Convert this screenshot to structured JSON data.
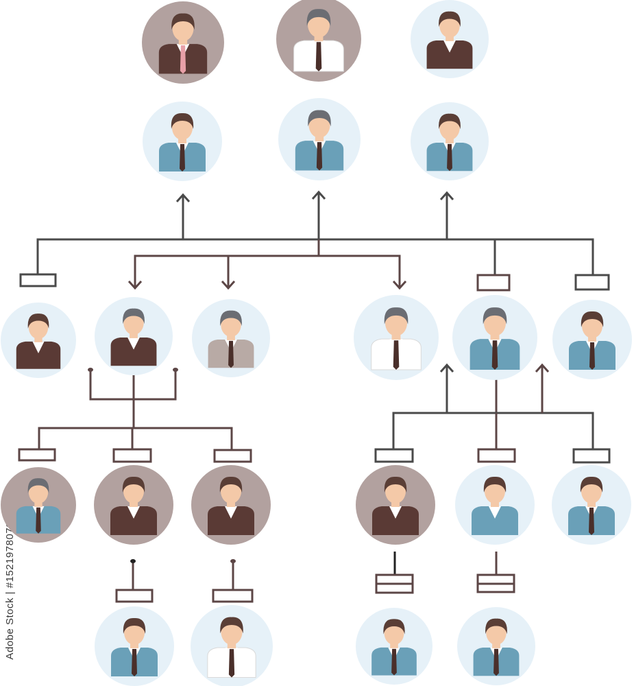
{
  "stock_id": "Adobe Stock | #1521978079",
  "colors": {
    "circle_light": "#e6f1f8",
    "circle_taupe": "#b2a19f",
    "line_gray": "#4a4a4a",
    "line_brown": "#5c4646",
    "hair": "#5a3e36",
    "hair_gray": "#6b6d73",
    "skin": "#f4c9a8",
    "suit_brown": "#5a3a35",
    "suit_blue": "#6aa0b8",
    "suit_taupe": "#b8aaa5",
    "shirt_white": "#ffffff",
    "tie_brown": "#4a2f2a",
    "tie_pink": "#e8a0a8"
  },
  "nodes": [
    {
      "id": "p1",
      "bg": "taupe",
      "hair": "brown",
      "suit": "brown",
      "tie": "pink"
    },
    {
      "id": "p2",
      "bg": "taupe",
      "hair": "gray",
      "suit": "white",
      "tie": "brown"
    },
    {
      "id": "p3",
      "bg": "light",
      "hair": "brown",
      "suit": "brown",
      "tie": "none"
    },
    {
      "id": "p4",
      "bg": "light",
      "hair": "brown",
      "suit": "blue",
      "tie": "brown"
    },
    {
      "id": "p5",
      "bg": "light",
      "hair": "gray",
      "suit": "blue",
      "tie": "brown"
    },
    {
      "id": "p6",
      "bg": "light",
      "hair": "brown",
      "suit": "blue",
      "tie": "brown"
    },
    {
      "id": "p7",
      "bg": "light",
      "hair": "brown",
      "suit": "brown",
      "tie": "none"
    },
    {
      "id": "p8",
      "bg": "light",
      "hair": "gray",
      "suit": "brown",
      "tie": "none"
    },
    {
      "id": "p9",
      "bg": "light",
      "hair": "gray",
      "suit": "taupe",
      "tie": "brown"
    },
    {
      "id": "p10",
      "bg": "light",
      "hair": "gray",
      "suit": "white",
      "tie": "brown"
    },
    {
      "id": "p11",
      "bg": "light",
      "hair": "gray",
      "suit": "blue",
      "tie": "brown"
    },
    {
      "id": "p12",
      "bg": "light",
      "hair": "brown",
      "suit": "blue",
      "tie": "brown"
    },
    {
      "id": "p13",
      "bg": "taupe",
      "hair": "gray",
      "suit": "blue",
      "tie": "brown"
    },
    {
      "id": "p14",
      "bg": "taupe",
      "hair": "brown",
      "suit": "brown",
      "tie": "none"
    },
    {
      "id": "p15",
      "bg": "taupe",
      "hair": "brown",
      "suit": "brown",
      "tie": "none"
    },
    {
      "id": "p16",
      "bg": "taupe",
      "hair": "brown",
      "suit": "brown",
      "tie": "none"
    },
    {
      "id": "p17",
      "bg": "light",
      "hair": "brown",
      "suit": "blue",
      "tie": "none"
    },
    {
      "id": "p18",
      "bg": "light",
      "hair": "brown",
      "suit": "blue",
      "tie": "brown"
    },
    {
      "id": "p19",
      "bg": "light",
      "hair": "brown",
      "suit": "blue",
      "tie": "brown"
    },
    {
      "id": "p20",
      "bg": "light",
      "hair": "brown",
      "suit": "white",
      "tie": "brown"
    },
    {
      "id": "p21",
      "bg": "light",
      "hair": "brown",
      "suit": "blue",
      "tie": "brown"
    },
    {
      "id": "p22",
      "bg": "light",
      "hair": "brown",
      "suit": "blue",
      "tie": "brown"
    }
  ]
}
